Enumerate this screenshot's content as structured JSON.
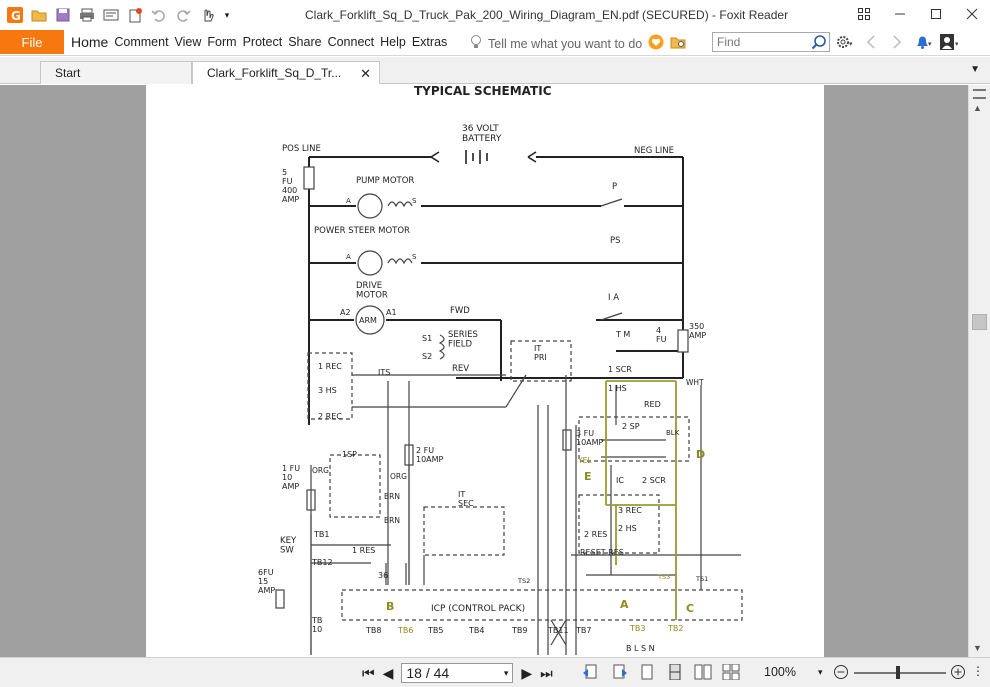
{
  "window": {
    "title": "Clark_Forklift_Sq_D_Truck_Pak_200_Wiring_Diagram_EN.pdf (SECURED) - Foxit Reader",
    "accent": "#f7780f"
  },
  "menu": {
    "file": "File",
    "items": [
      "Home",
      "Comment",
      "View",
      "Form",
      "Protect",
      "Share",
      "Connect",
      "Help",
      "Extras"
    ],
    "tell_me": "Tell me what you want to do",
    "find_placeholder": "Find"
  },
  "tabs": [
    {
      "label": "Start"
    },
    {
      "label": "Clark_Forklift_Sq_D_Tr..."
    }
  ],
  "schematic": {
    "title": "TYPICAL SCHEMATIC",
    "battery": "36 VOLT\nBATTERY",
    "labels": {
      "pos_line": "POS LINE",
      "neg_line": "NEG LINE",
      "fu5": "5\nFU\n400\nAMP",
      "pump_motor": "PUMP MOTOR",
      "power_steer": "POWER   STEER   MOTOR",
      "drive_motor": "DRIVE\nMOTOR",
      "p": "P",
      "ps": "PS",
      "ia": "I A",
      "fwd": "FWD",
      "series_field": "SERIES\nFIELD",
      "rev": "REV",
      "s1": "S1",
      "s2": "S2",
      "a2": "A2",
      "a1": "A1",
      "arm": "ARM",
      "a": "A",
      "s": "S",
      "tm": "T M",
      "fu4": "4\nFU",
      "amp350": "350\nAMP",
      "it_pri": "IT\nPRI",
      "rec1": "1 REC",
      "hs3": "3 HS",
      "rec2": "2 REC",
      "its": "ITS",
      "scr1": "1 SCR",
      "hs1": "1 HS",
      "wht": "WHT",
      "red": "RED",
      "fu3": "3 FU\n10AMP",
      "sp2": "2  SP",
      "blk": "BLK",
      "yel": "YEL",
      "ic": "IC",
      "scr2": "2 SCR",
      "rec3": "3 REC",
      "hs2": "2 HS",
      "res2": "2 RES",
      "reset_res": "RESET  RES",
      "fu2": "2 FU\n10AMP",
      "sp1": "1SP",
      "org1": "ORG",
      "org2": "ORG",
      "brn1": "BRN",
      "brn2": "BRN",
      "fu1": "1 FU\n10\nAMP",
      "it_sec": "IT\nSEC",
      "key_sw": "KEY\nSW",
      "tb1": "TB1",
      "tb12": "TB12",
      "res1": "1 RES",
      "fu6": "6FU\n15\nAMP",
      "icp": "ICP  (CONTROL PACK)",
      "tb10": "TB\n10",
      "tb8": "TB8",
      "tb6": "TB6",
      "tb5": "TB5",
      "tb4": "TB4",
      "tb9": "TB9",
      "tb11": "TB11",
      "tb7": "TB7",
      "tb3": "TB3",
      "tb2": "TB2",
      "ts3": "TS3",
      "ts1": "TS1",
      "ts2": "TS2",
      "n36": "36",
      "letters": {
        "b": "B",
        "a": "A",
        "c": "C",
        "d": "D",
        "e": "E"
      },
      "blsn": "B   L   S   N"
    }
  },
  "status": {
    "page_display": "18 / 44",
    "zoom": "100%"
  }
}
